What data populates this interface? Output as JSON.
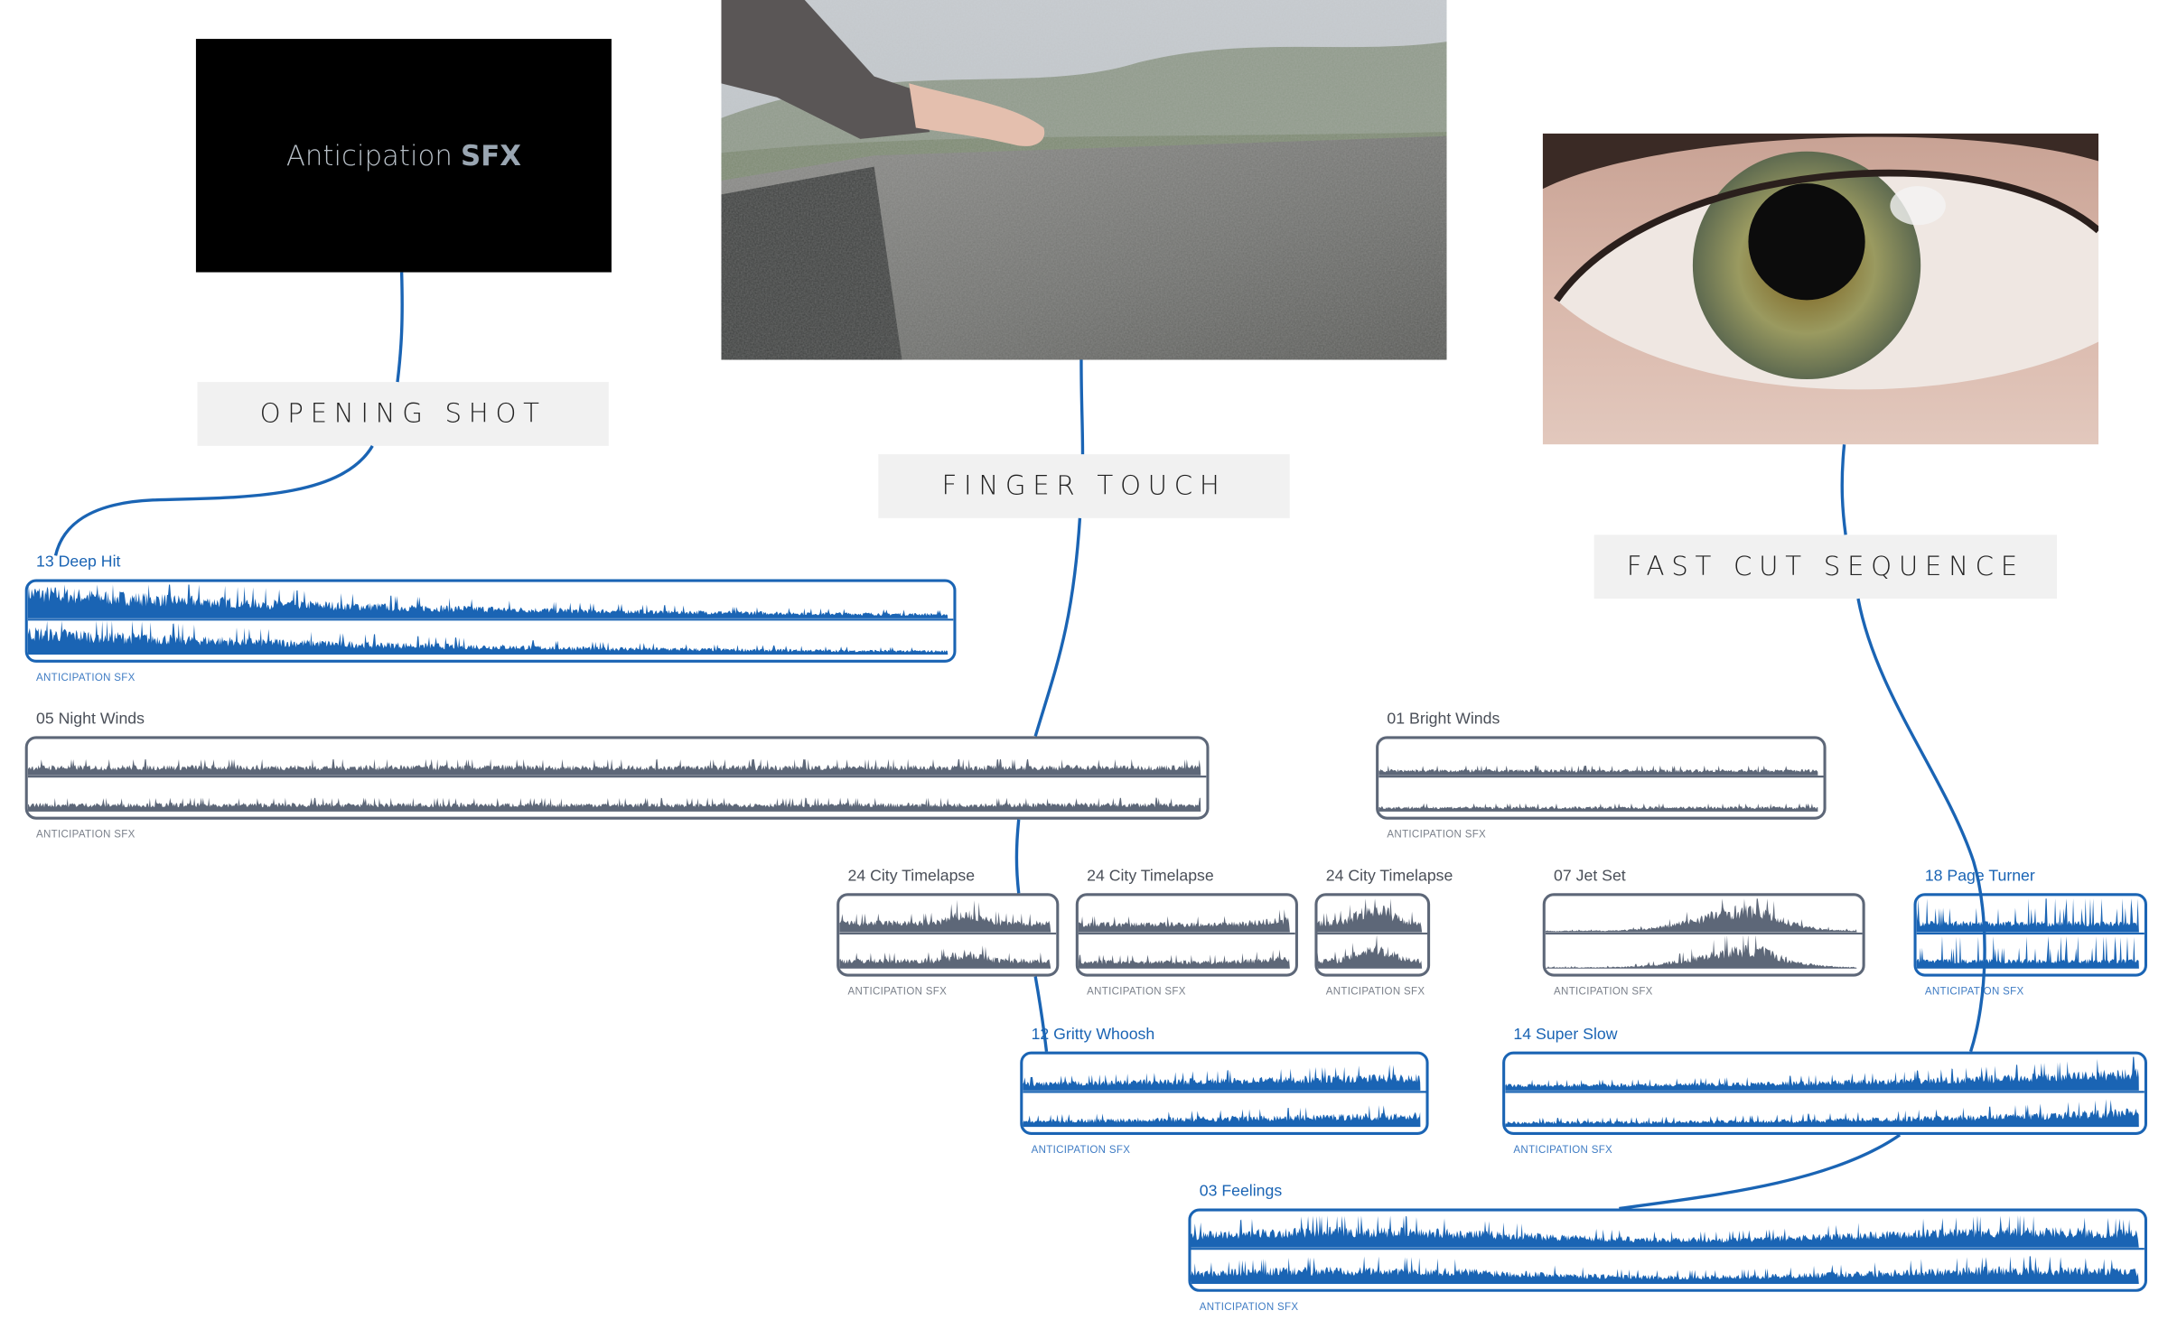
{
  "title_card": {
    "text": "Anticipation",
    "bold": "SFX"
  },
  "scenes": [
    "OPENING SHOT",
    "FINGER TOUCH",
    "FAST CUT SEQUENCE"
  ],
  "colors": {
    "accent": "#1a64b4",
    "neutral": "#5d6778",
    "scene_bg": "#f1f1f1"
  },
  "clips": [
    {
      "title": "13 Deep Hit",
      "category": "ANTICIPATION SFX",
      "color": "#1a64b4"
    },
    {
      "title": "05 Night Winds",
      "category": "ANTICIPATION SFX",
      "color": "#5d6778"
    },
    {
      "title": "01 Bright Winds",
      "category": "ANTICIPATION SFX",
      "color": "#5d6778"
    },
    {
      "title": "24 City Timelapse",
      "category": "ANTICIPATION SFX",
      "color": "#5d6778"
    },
    {
      "title": "24 City Timelapse",
      "category": "ANTICIPATION SFX",
      "color": "#5d6778"
    },
    {
      "title": "24 City Timelapse",
      "category": "ANTICIPATION SFX",
      "color": "#5d6778"
    },
    {
      "title": "07 Jet Set",
      "category": "ANTICIPATION SFX",
      "color": "#5d6778"
    },
    {
      "title": "18 Page Turner",
      "category": "ANTICIPATION SFX",
      "color": "#1a64b4"
    },
    {
      "title": "12 Gritty Whoosh",
      "category": "ANTICIPATION SFX",
      "color": "#1a64b4"
    },
    {
      "title": "14 Super Slow",
      "category": "ANTICIPATION SFX",
      "color": "#1a64b4"
    },
    {
      "title": "03 Feelings",
      "category": "ANTICIPATION SFX",
      "color": "#1a64b4"
    }
  ]
}
